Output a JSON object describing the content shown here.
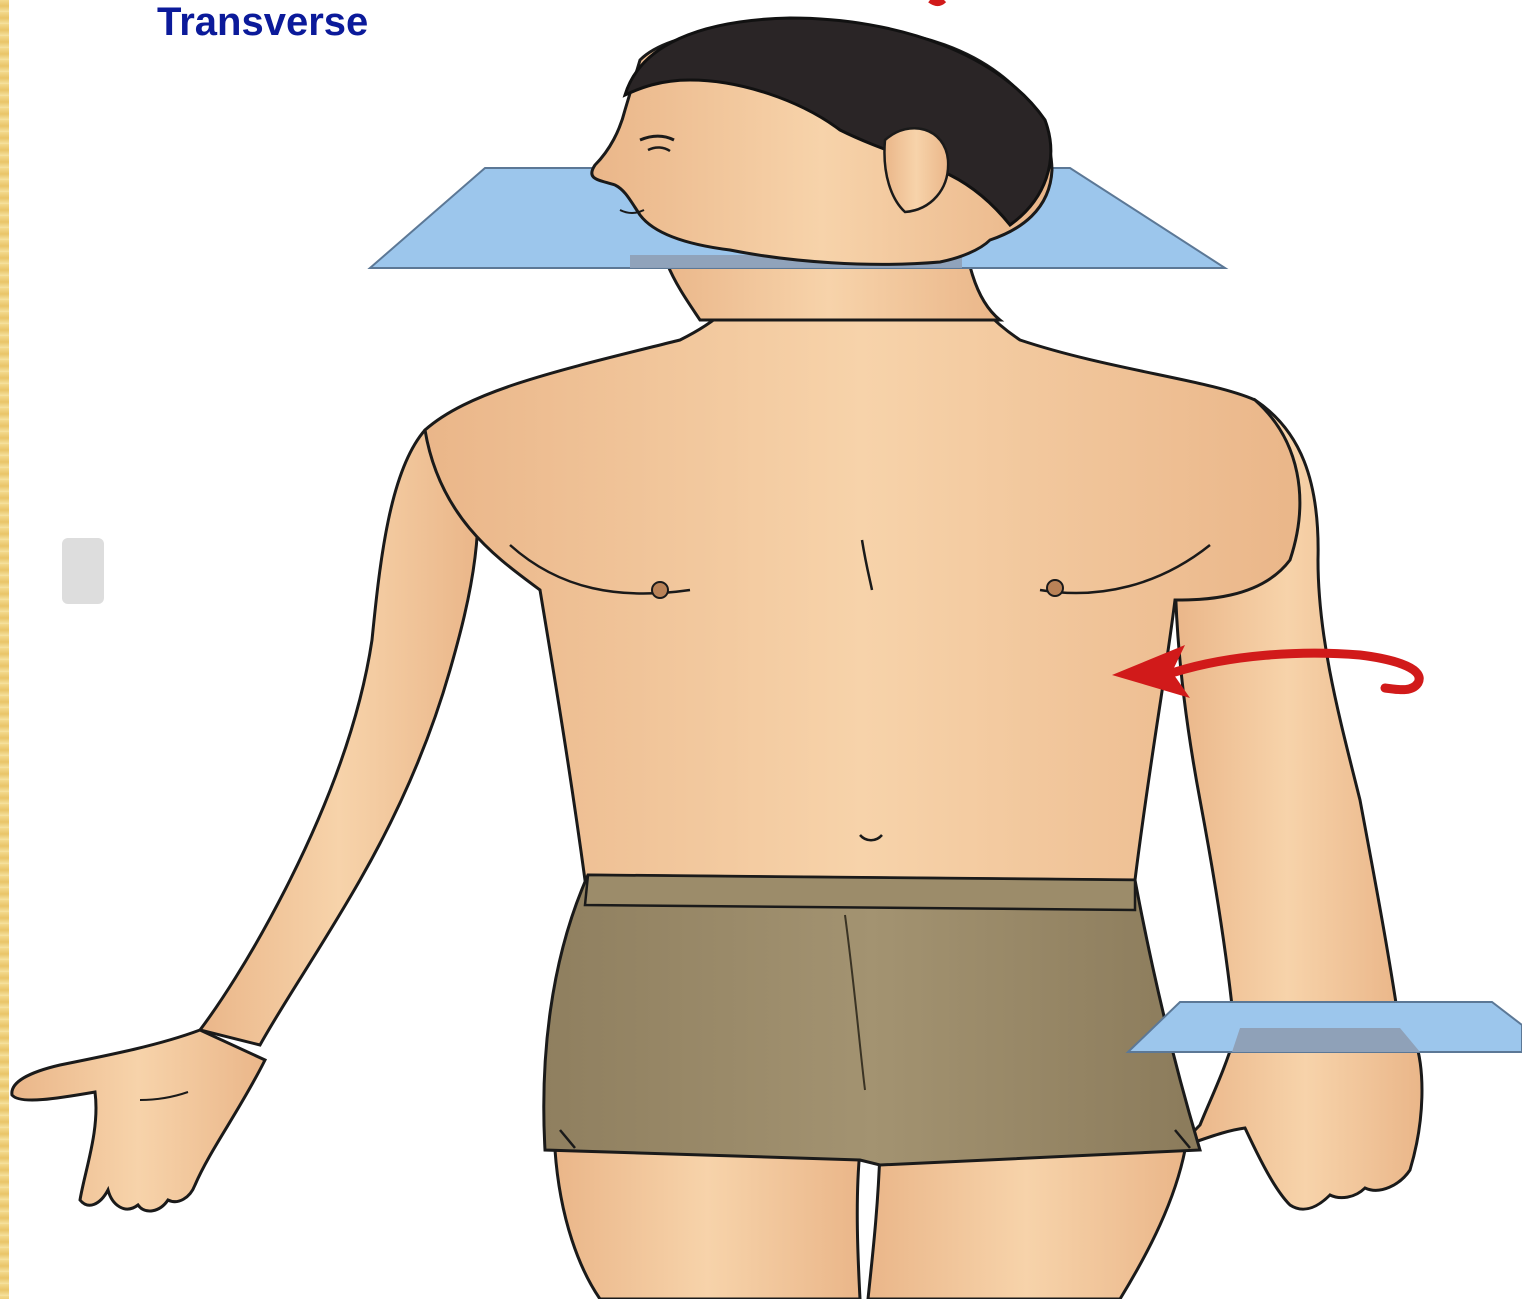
{
  "title": "Transverse",
  "colors": {
    "title": "#0b1a9a",
    "skin": "#f2c79a",
    "skin_shadow": "#e0a676",
    "hair": "#2a2526",
    "shorts": "#9a8a68",
    "plane": "#9cc6ec",
    "arrow": "#d11a1a",
    "side_strip": "#f0d080"
  },
  "figure": {
    "subject": "male-torso",
    "planes": [
      "neck-transverse-plane",
      "wrist-transverse-plane"
    ],
    "rotation_arrow": "rotation-arrow"
  }
}
